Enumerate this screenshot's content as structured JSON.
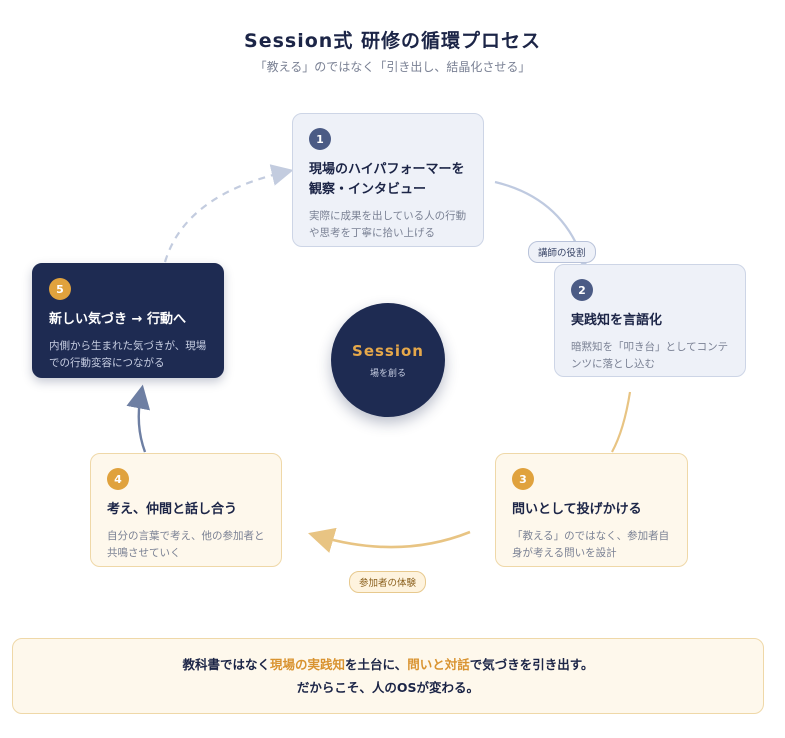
{
  "header": {
    "title": "Session式 研修の循環プロセス",
    "subtitle": "「教える」のではなく「引き出し、結晶化させる」"
  },
  "steps": [
    {
      "num": "1",
      "title_line1": "現場のハイパフォーマーを",
      "title_line2": "観察・インタビュー",
      "desc_line1": "実際に成果を出している人の行動",
      "desc_line2": "や思考を丁寧に拾い上げる"
    },
    {
      "num": "2",
      "title_line1": "実践知を言語化",
      "title_line2": "",
      "desc_line1": "暗黙知を「叩き台」としてコンテ",
      "desc_line2": "ンツに落とし込む"
    },
    {
      "num": "3",
      "title_line1": "問いとして投げかける",
      "title_line2": "",
      "desc_line1": "「教える」のではなく、参加者自",
      "desc_line2": "身が考える問いを設計"
    },
    {
      "num": "4",
      "title_line1": "考え、仲間と話し合う",
      "title_line2": "",
      "desc_line1": "自分の言葉で考え、他の参加者と",
      "desc_line2": "共鳴させていく"
    },
    {
      "num": "5",
      "title_line1": "新しい気づき → 行動へ",
      "title_line2": "",
      "desc_line1": "内側から生まれた気づきが、現場",
      "desc_line2": "での行動変容につながる"
    }
  ],
  "center": {
    "title": "Session",
    "subtitle": "場を創る"
  },
  "labels": {
    "instructor_role": "講師の役割",
    "participant_experience": "参加者の体験"
  },
  "footer": {
    "line1_a": "教科書ではなく",
    "line1_hl1": "現場の実践知",
    "line1_b": "を土台に、",
    "line1_hl2": "問いと対話",
    "line1_c": "で気づきを引き出す。",
    "line2": "だからこそ、人のOSが変わる。"
  },
  "colors": {
    "navy": "#1e2b52",
    "gold": "#e0a23d",
    "slate": "#4b5b85",
    "cream": "#fef8ec",
    "pale_blue": "#eef1f8"
  }
}
